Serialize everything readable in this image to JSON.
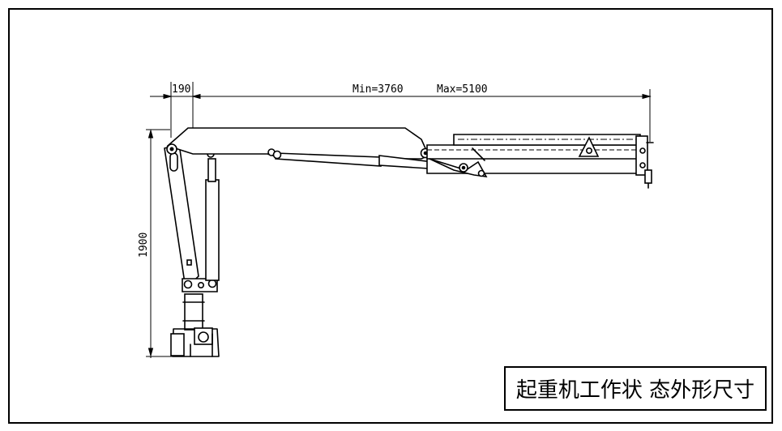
{
  "dimensions": {
    "offset_label": "190",
    "min_reach_label": "Min=3760",
    "max_reach_label": "Max=5100",
    "height_label": "1900"
  },
  "title_block": {
    "title": "起重机工作状 态外形尺寸"
  }
}
